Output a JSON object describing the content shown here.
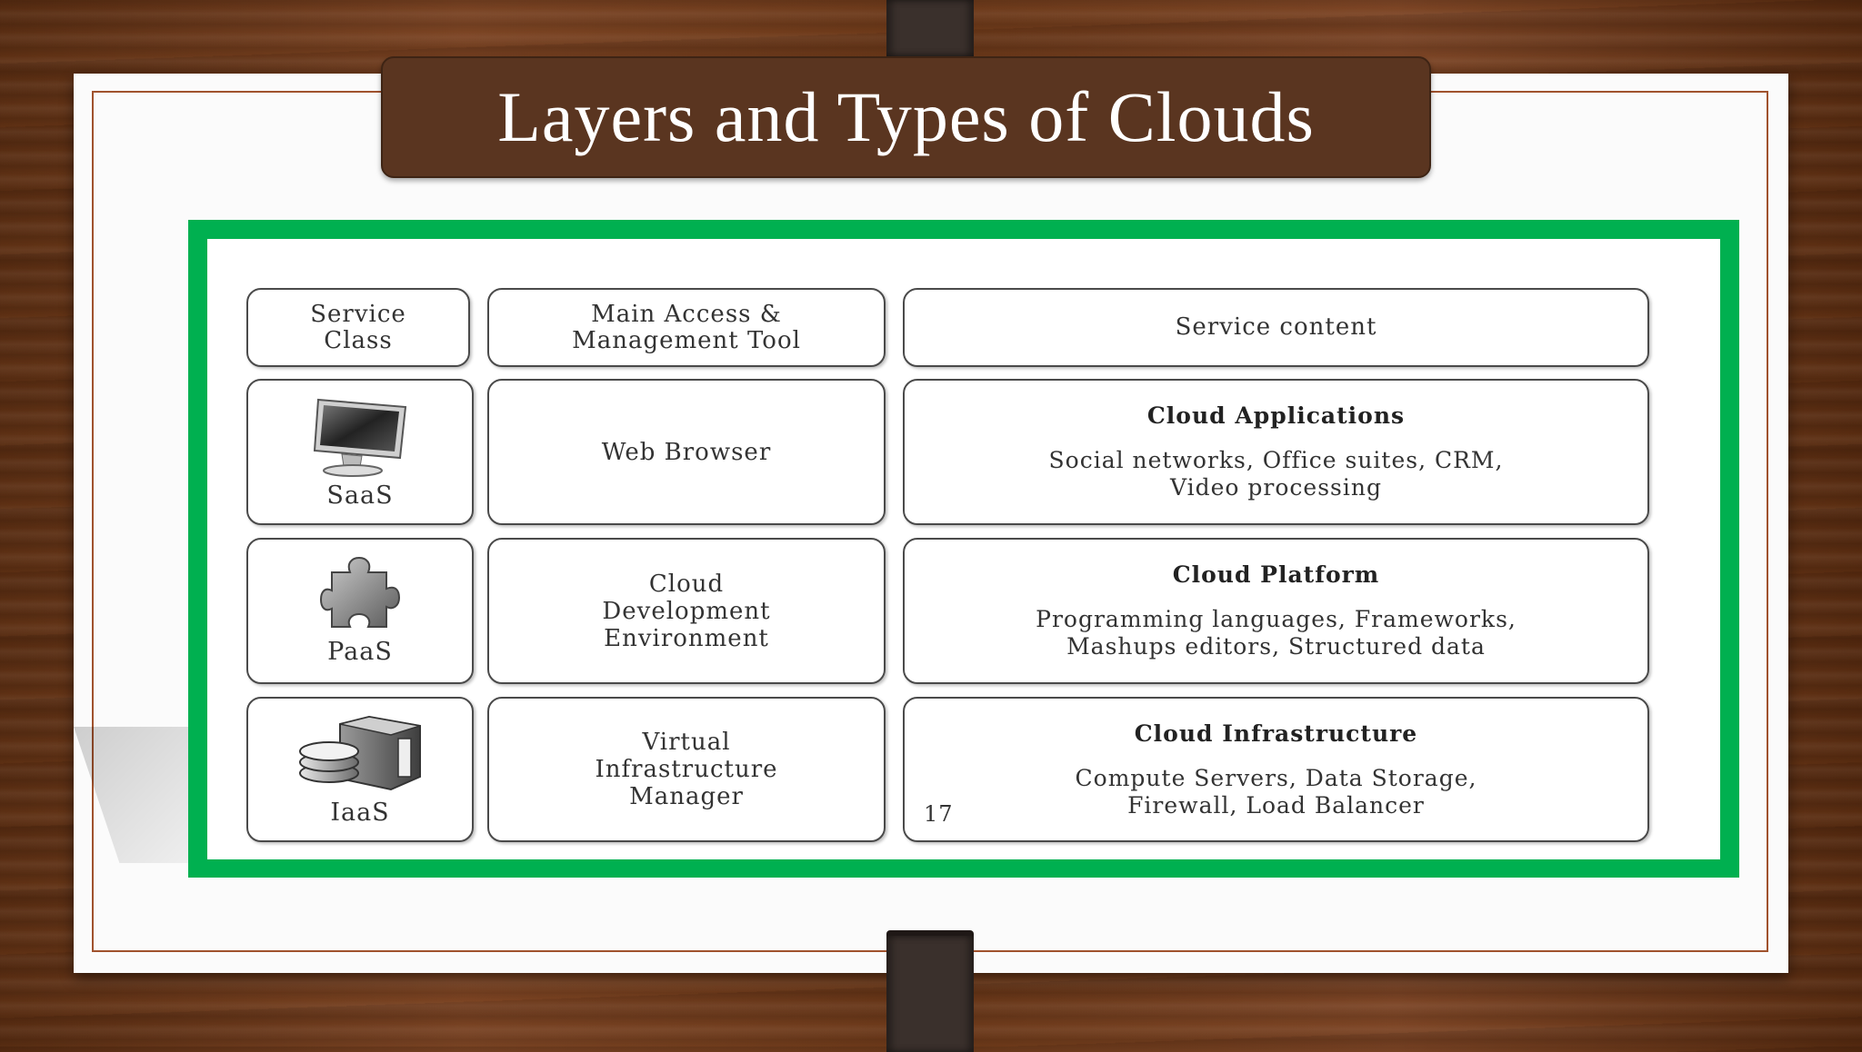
{
  "slide": {
    "title": "Layers and Types of Clouds"
  },
  "table": {
    "headers": {
      "service_class": "Service\nClass",
      "access_tool": "Main Access &\nManagement Tool",
      "service_content": "Service content"
    },
    "rows": [
      {
        "class": "SaaS",
        "icon": "monitor-icon",
        "tool": "Web Browser",
        "content_title": "Cloud Applications",
        "content_desc": "Social networks, Office suites, CRM,\nVideo processing"
      },
      {
        "class": "PaaS",
        "icon": "puzzle-piece-icon",
        "tool": "Cloud\nDevelopment\nEnvironment",
        "content_title": "Cloud Platform",
        "content_desc": "Programming languages, Frameworks,\nMashups editors, Structured data"
      },
      {
        "class": "IaaS",
        "icon": "server-database-icon",
        "tool": "Virtual\nInfrastructure\nManager",
        "content_title": "Cloud Infrastructure",
        "content_desc": "Compute Servers, Data Storage,\nFirewall, Load Balancer"
      }
    ],
    "page_number": "17"
  },
  "colors": {
    "banner": "#5a3520",
    "frame_green": "#00b050",
    "paper_border": "#a0522d"
  }
}
